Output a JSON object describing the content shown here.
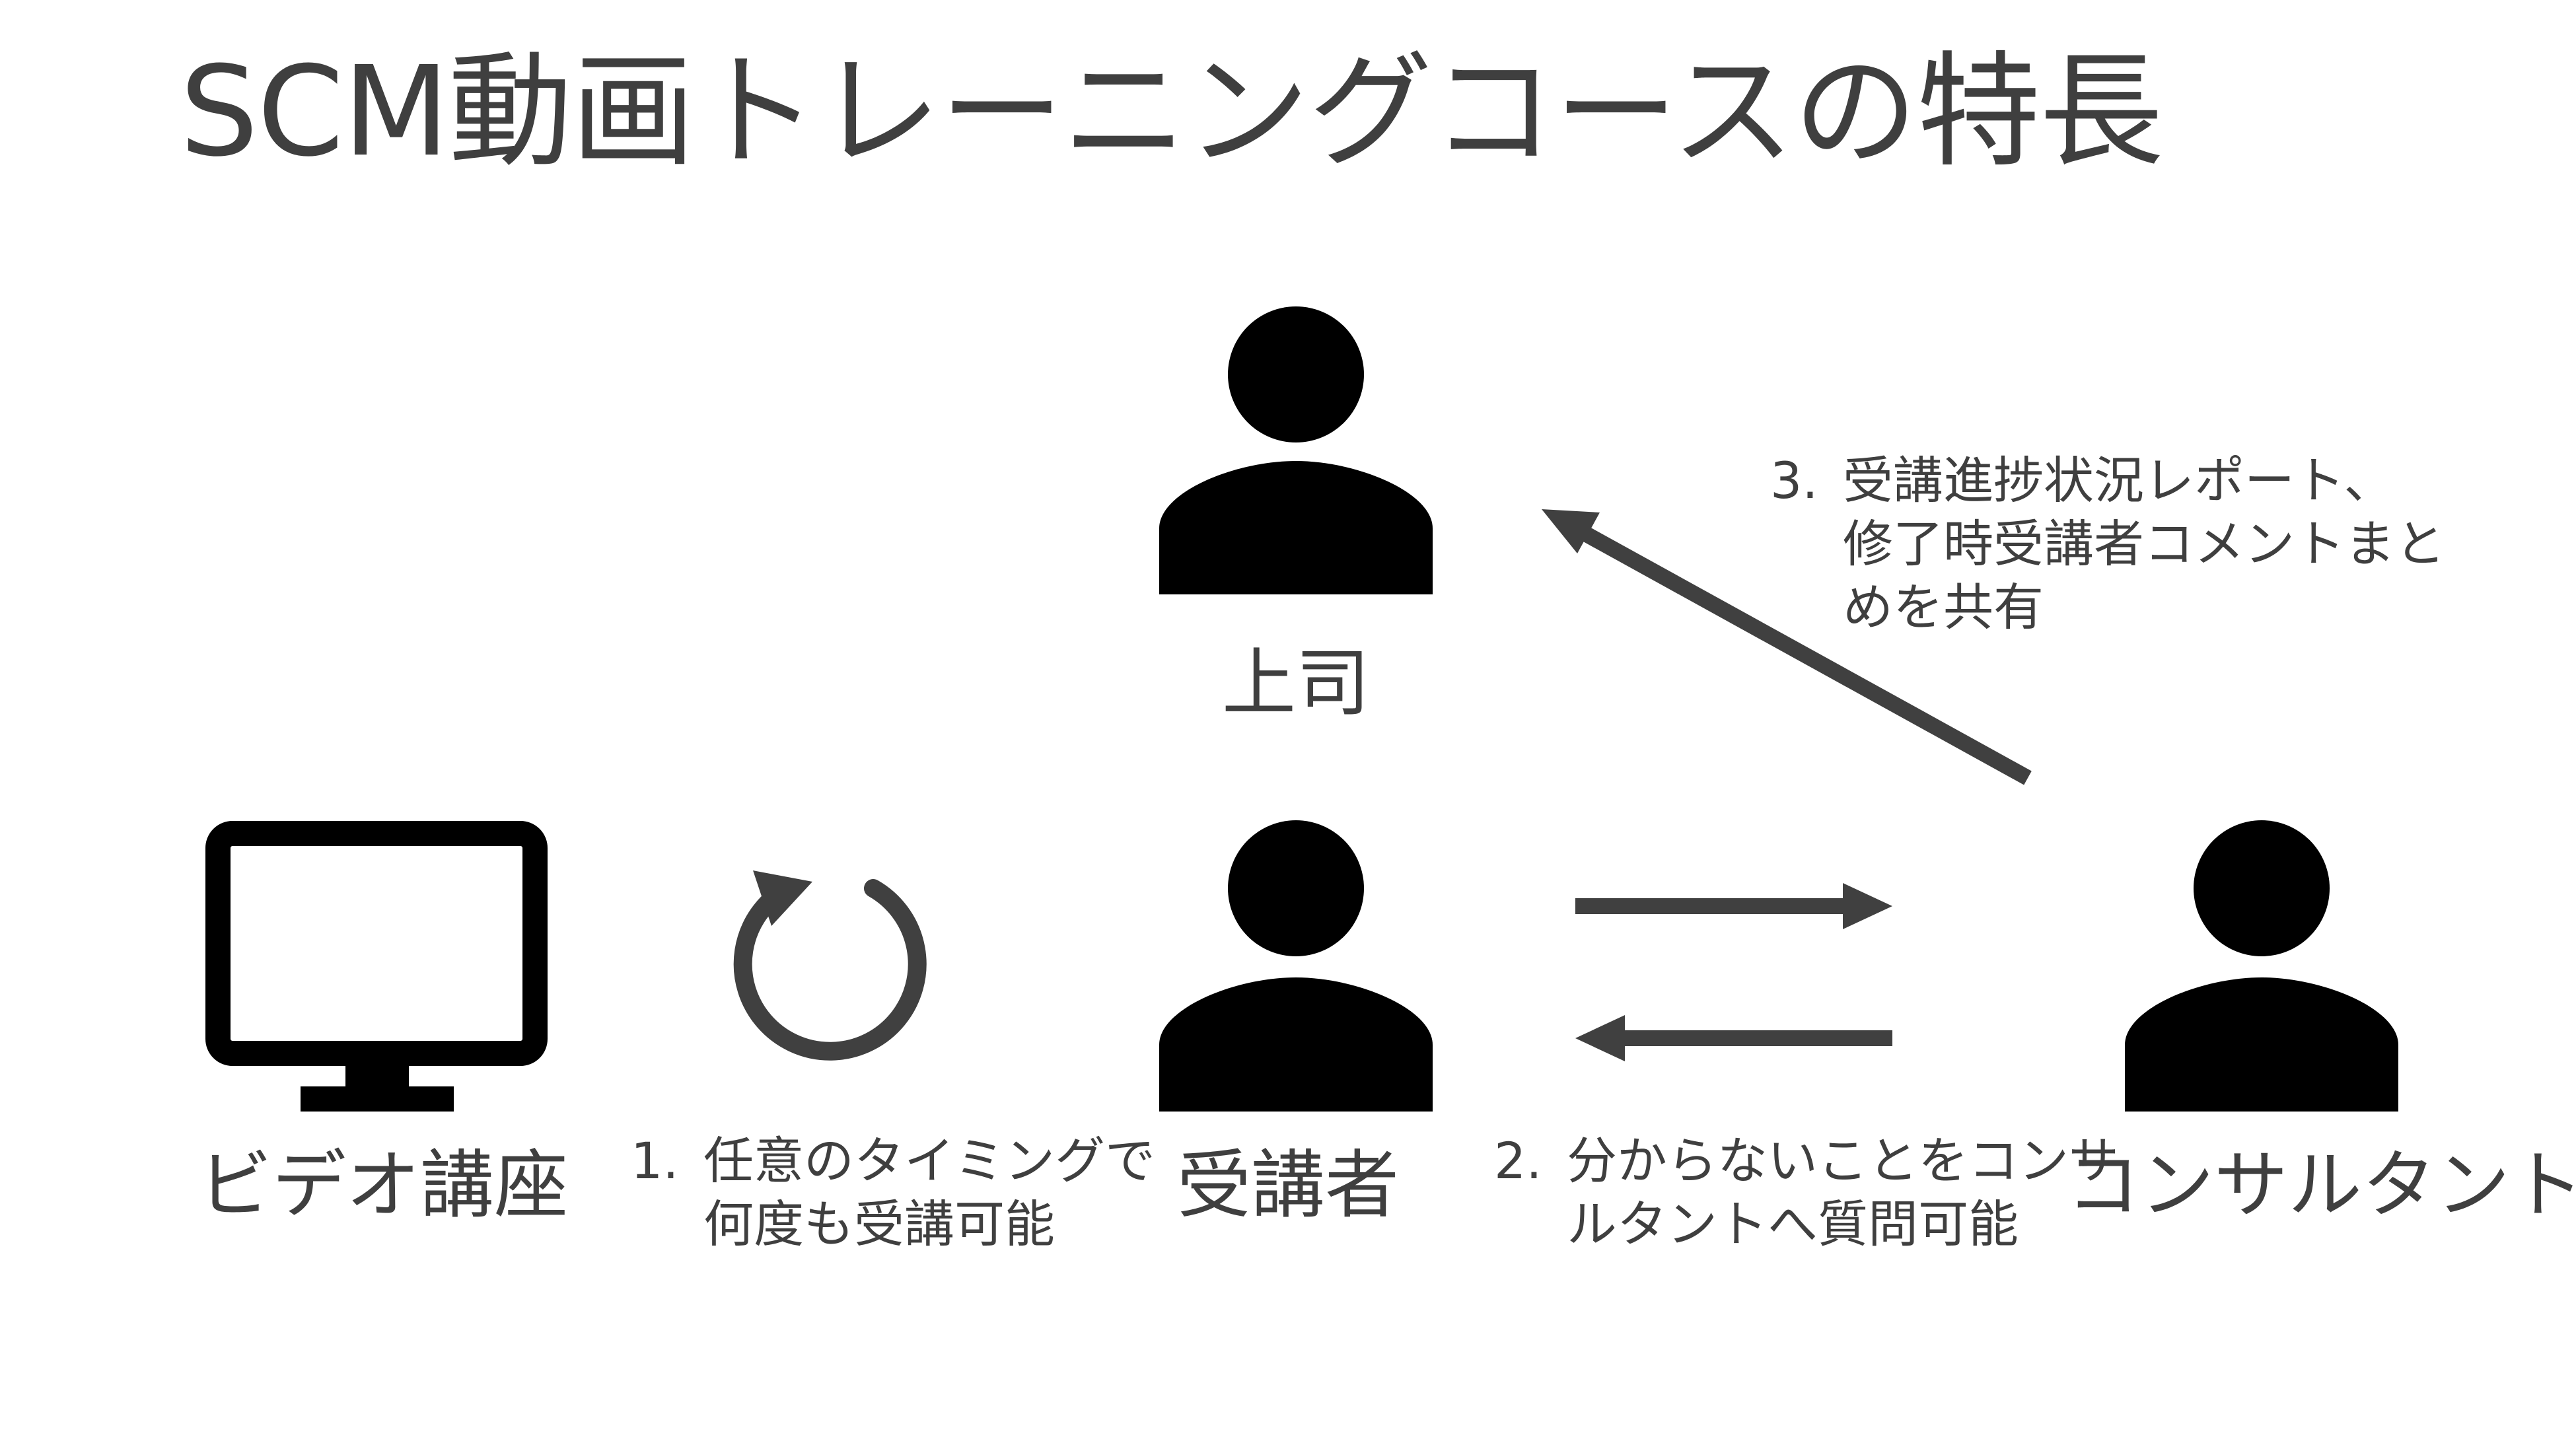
{
  "title": "SCM動画トレーニングコースの特長",
  "nodes": {
    "video": {
      "label": "ビデオ講座",
      "icon": "monitor-icon"
    },
    "trainee": {
      "label": "受講者",
      "icon": "person-icon"
    },
    "supervisor": {
      "label": "上司",
      "icon": "person-icon"
    },
    "consultant": {
      "label": "コンサルタント",
      "icon": "person-icon"
    }
  },
  "features": [
    {
      "number": "1.",
      "lines": [
        "任意のタイミングで",
        "何度も受講可能"
      ],
      "icon": "refresh-icon"
    },
    {
      "number": "2.",
      "lines": [
        "分からないことをコンサ",
        "ルタントへ質問可能"
      ]
    },
    {
      "number": "3.",
      "lines": [
        "受講進捗状況レポート、",
        "修了時受講者コメントまと",
        "めを共有"
      ]
    }
  ],
  "colors": {
    "text": "#3f3f3f",
    "icon": "#000000",
    "arrow": "#404040",
    "background": "#ffffff"
  }
}
